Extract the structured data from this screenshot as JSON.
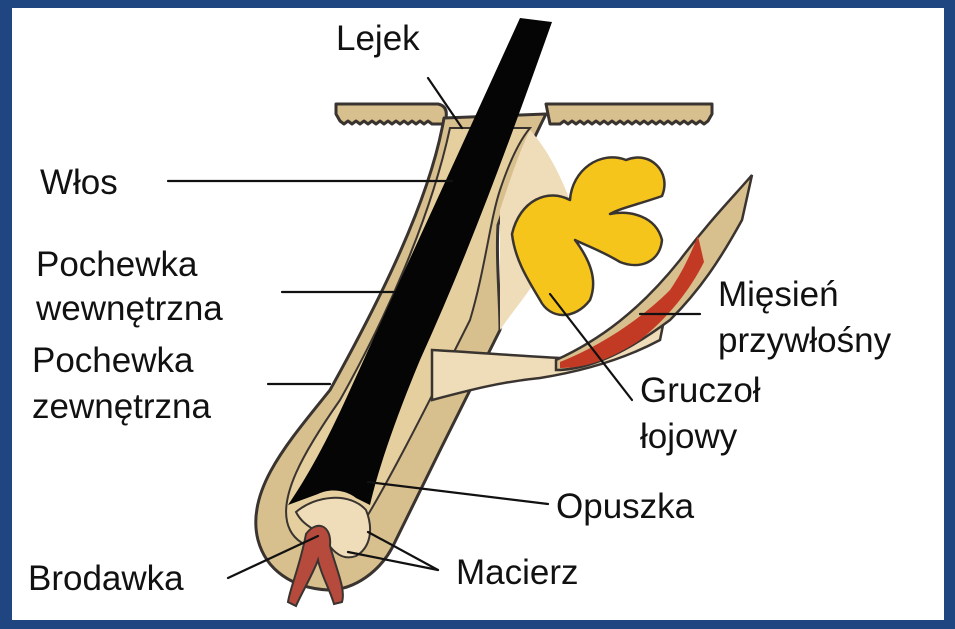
{
  "colors": {
    "frame": "#1f4680",
    "background": "#ffffff",
    "outline": "#3a3430",
    "hair": "#050505",
    "skin_tan": "#d8bf8e",
    "light_tan": "#efdcb8",
    "gland_yellow": "#f6c51b",
    "muscle_red": "#c33a24",
    "vessel_red": "#b54a3d"
  },
  "labels": {
    "lejek": "Lejek",
    "wlos": "Włos",
    "pochewka_wewnetrzna_1": "Pochewka",
    "pochewka_wewnetrzna_2": "wewnętrzna",
    "pochewka_zewnetrzna_1": "Pochewka",
    "pochewka_zewnetrzna_2": "zewnętrzna",
    "miesien_1": "Mięsień",
    "miesien_2": "przywłośny",
    "gruczol_1": "Gruczoł",
    "gruczol_2": "łojowy",
    "opuszka": "Opuszka",
    "macierz": "Macierz",
    "brodawka": "Brodawka"
  }
}
